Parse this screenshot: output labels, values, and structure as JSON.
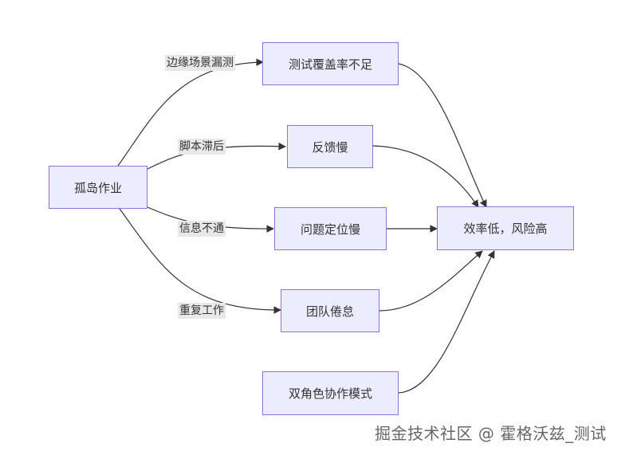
{
  "nodes": {
    "isolated": "孤岛作业",
    "coverage": "测试覆盖率不足",
    "feedback": "反馈慢",
    "locate": "问题定位慢",
    "fatigue": "团队倦怠",
    "efficiency": "效率低，风险高",
    "dual_role": "双角色协作模式"
  },
  "edge_labels": {
    "edge_cases": "边缘场景漏测",
    "script_lag": "脚本滞后",
    "info_blocked": "信息不通",
    "repetitive": "重复工作"
  },
  "watermark": "掘金技术社区 @ 霍格沃兹_测试",
  "colors": {
    "node_fill": "#ececff",
    "node_border": "#9370db",
    "edge": "#333333",
    "label_bg": "#e8e8e8"
  }
}
